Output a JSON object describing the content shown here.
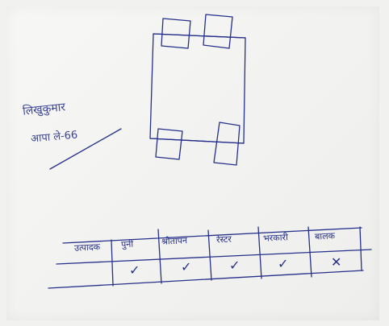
{
  "note": {
    "name": "लिखुकुमार",
    "code": "आपा ले-66"
  },
  "table": {
    "headers": [
      "उत्पादक",
      "पुनी",
      "श्रोतापन",
      "रेस्टर",
      "भरकारी",
      "बालक"
    ],
    "marks": [
      "",
      "check",
      "check",
      "check",
      "check",
      "cross"
    ]
  },
  "marks": {
    "check": "✓",
    "cross": "✕"
  },
  "colors": {
    "ink": "#26308a",
    "paper": "#f5f5f3"
  }
}
